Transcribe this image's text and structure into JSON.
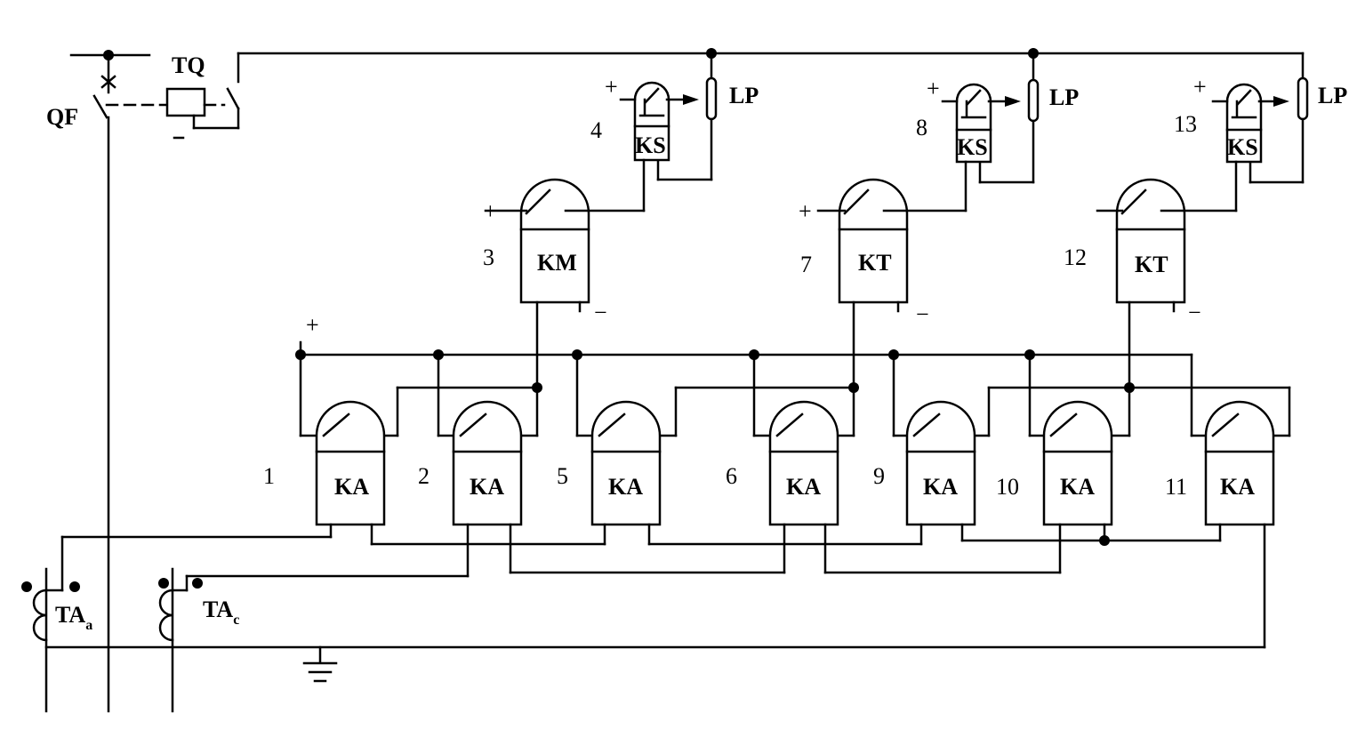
{
  "labels": {
    "qf": "QF",
    "tq": "TQ",
    "lp": "LP",
    "ks": "KS",
    "km": "KM",
    "kt": "KT",
    "ka": "KA",
    "ta_main": "TA",
    "ta_a_sub": "a",
    "ta_c_sub": "c",
    "plus": "+",
    "minus": "−",
    "ka_numbers": [
      "1",
      "2",
      "5",
      "6",
      "9",
      "10",
      "11"
    ],
    "num_3": "3",
    "num_7": "7",
    "num_12": "12",
    "num_4": "4",
    "num_8": "8",
    "num_13": "13"
  }
}
